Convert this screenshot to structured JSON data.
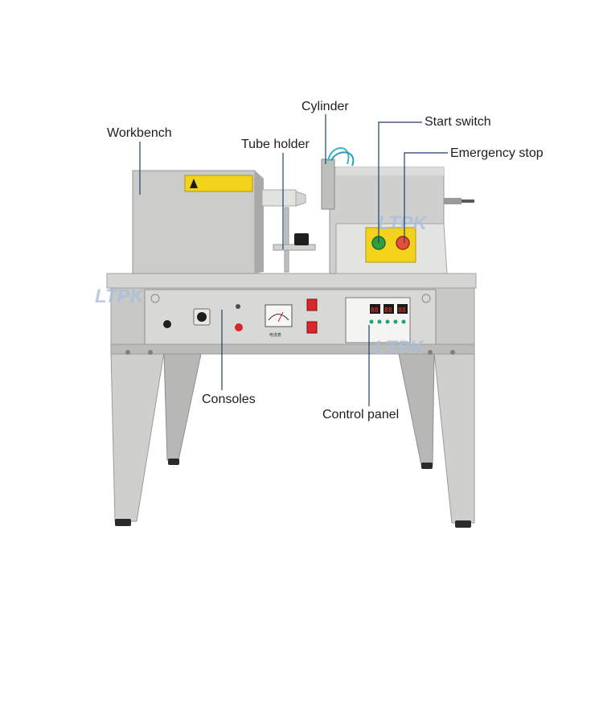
{
  "labels": {
    "workbench": "Workbench",
    "tube_holder": "Tube holder",
    "cylinder": "Cylinder",
    "start_switch": "Start switch",
    "emergency_stop": "Emergency stop",
    "consoles": "Consoles",
    "control_panel": "Control panel"
  },
  "watermark": "LTPK",
  "gauge_caption": "电流表",
  "display_digits": [
    "88",
    "88",
    "88"
  ],
  "colors": {
    "leader_line": "#1f3f6e",
    "steel_light": "#d9d9d7",
    "steel_mid": "#bdbdbb",
    "steel_dark": "#8f8f8d",
    "warning_label": "#f2d21b",
    "start_button": "#2ea043",
    "stop_button": "#e2503c",
    "watermark": "#a9bfdc",
    "indicator_red": "#d8262b",
    "indicator_green": "#1fa37a"
  }
}
